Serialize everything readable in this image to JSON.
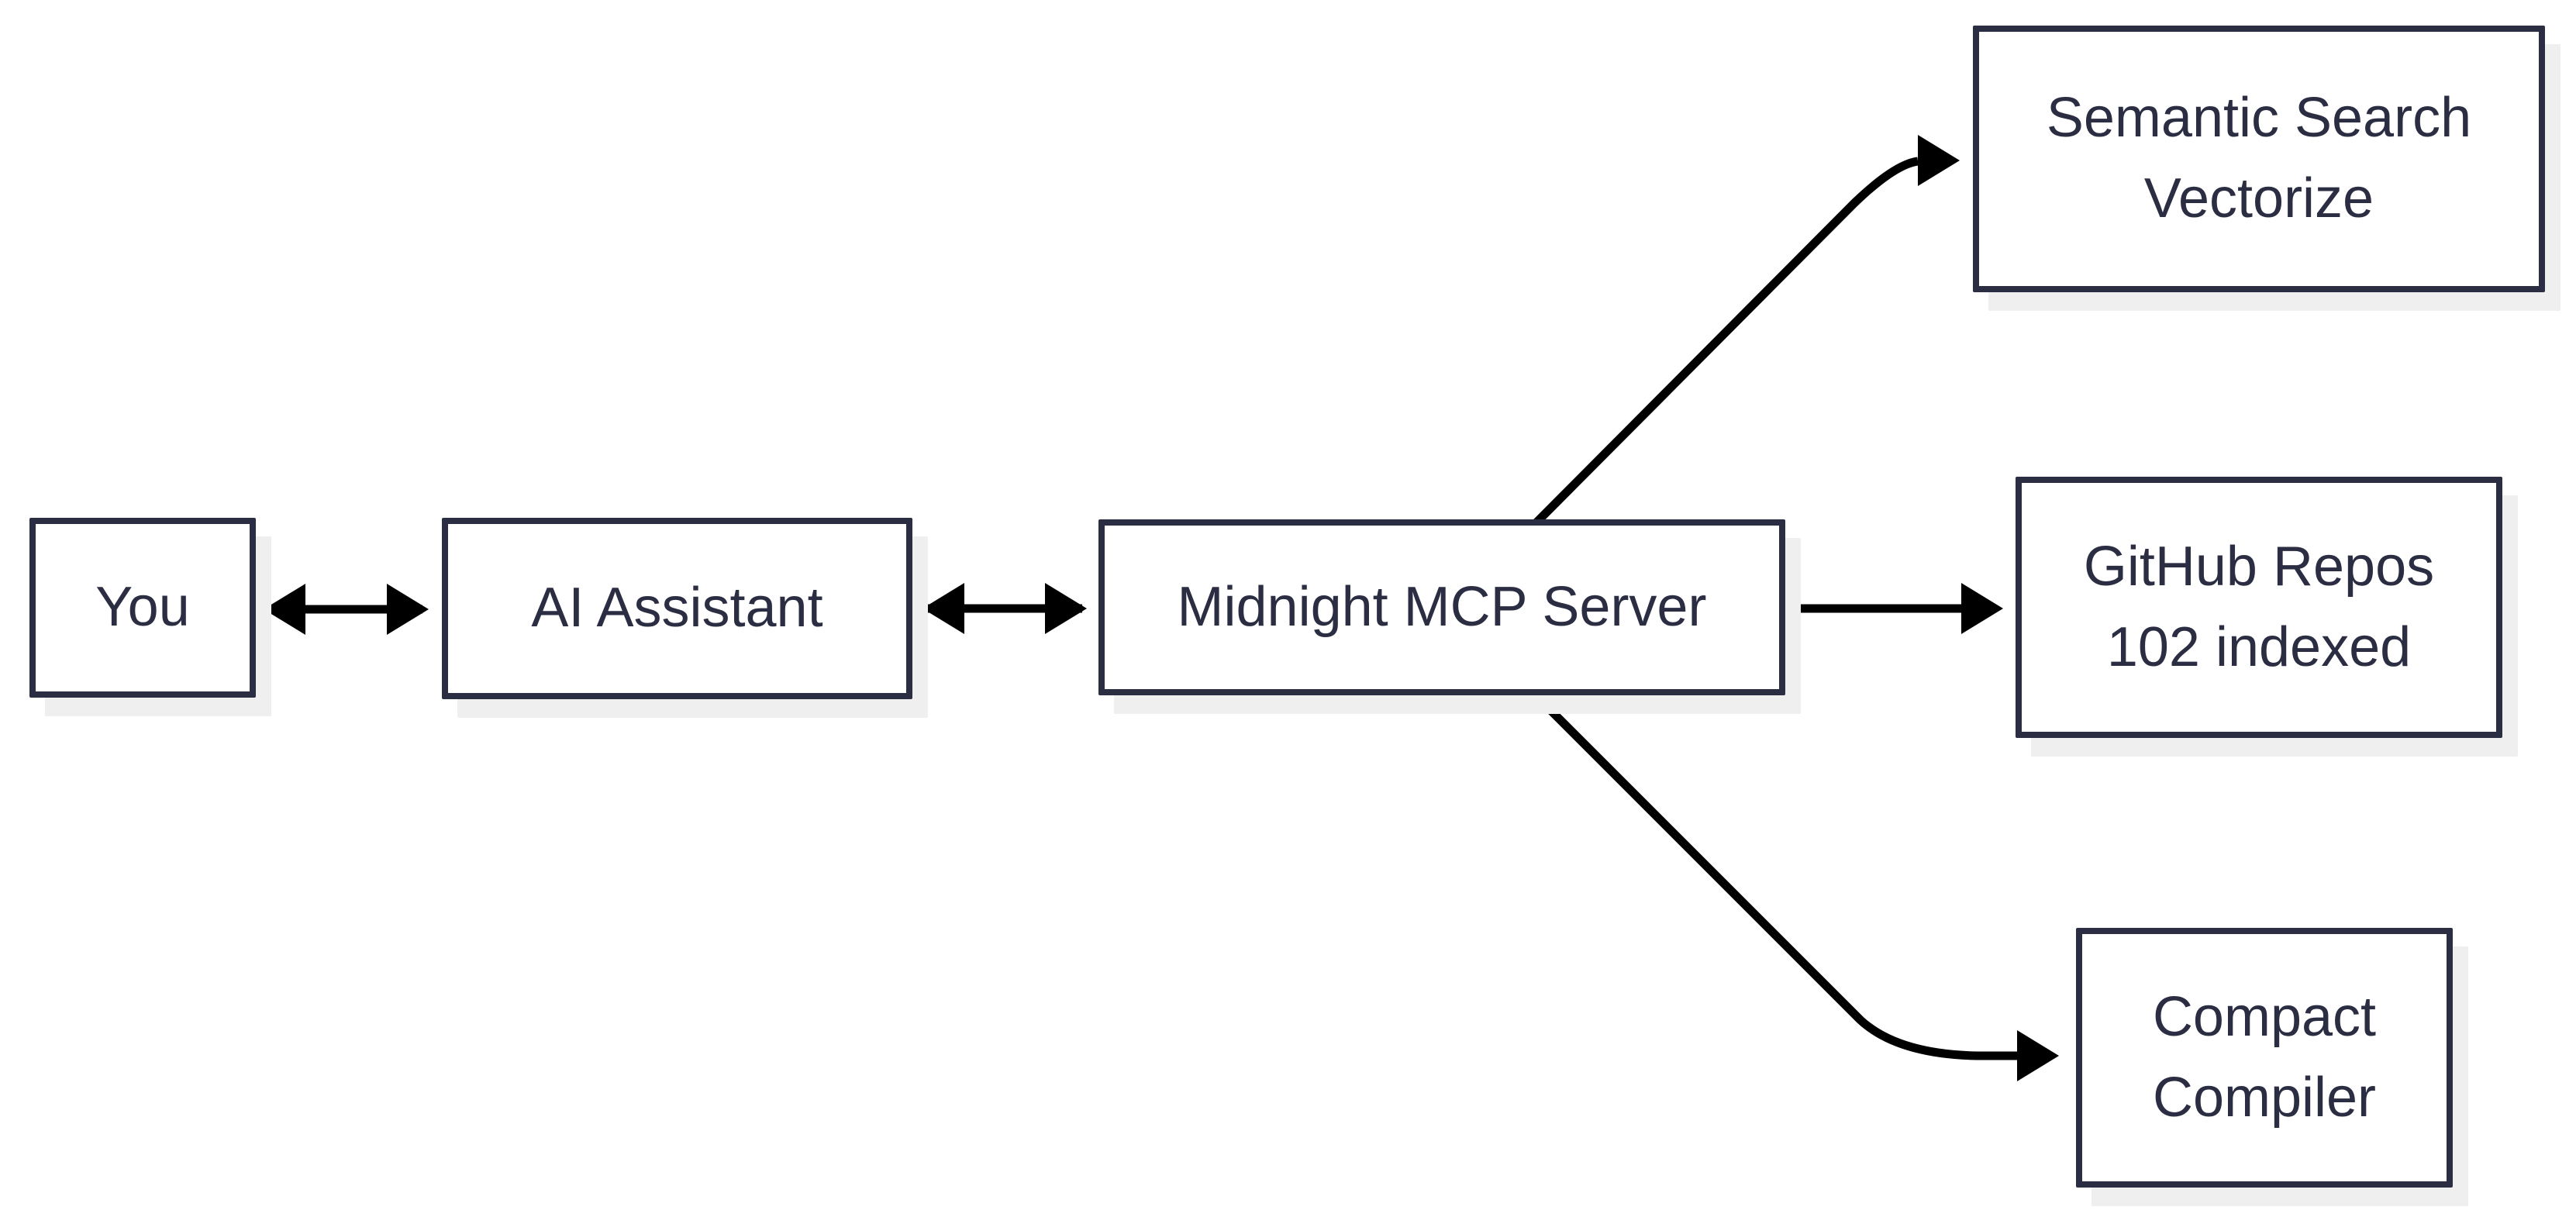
{
  "diagram": {
    "nodes": {
      "you": {
        "label": "You"
      },
      "ai_assistant": {
        "label": "AI Assistant"
      },
      "mcp_server": {
        "label": "Midnight MCP Server"
      },
      "semantic_search": {
        "lines": [
          "Semantic Search",
          "Vectorize"
        ]
      },
      "github_repos": {
        "lines": [
          "GitHub Repos",
          "102 indexed"
        ]
      },
      "compact_compiler": {
        "lines": [
          "Compact",
          "Compiler"
        ]
      }
    },
    "edges": [
      {
        "from": "you",
        "to": "ai_assistant",
        "direction": "bidirectional"
      },
      {
        "from": "ai_assistant",
        "to": "mcp_server",
        "direction": "bidirectional"
      },
      {
        "from": "mcp_server",
        "to": "semantic_search",
        "direction": "forward"
      },
      {
        "from": "mcp_server",
        "to": "github_repos",
        "direction": "forward"
      },
      {
        "from": "mcp_server",
        "to": "compact_compiler",
        "direction": "forward"
      }
    ],
    "colors": {
      "node_border": "#2b2d42",
      "node_text": "#2b2d42",
      "node_fill": "#ffffff",
      "arrow": "#000000",
      "shadow": "#efefef",
      "background": "#ffffff"
    }
  }
}
